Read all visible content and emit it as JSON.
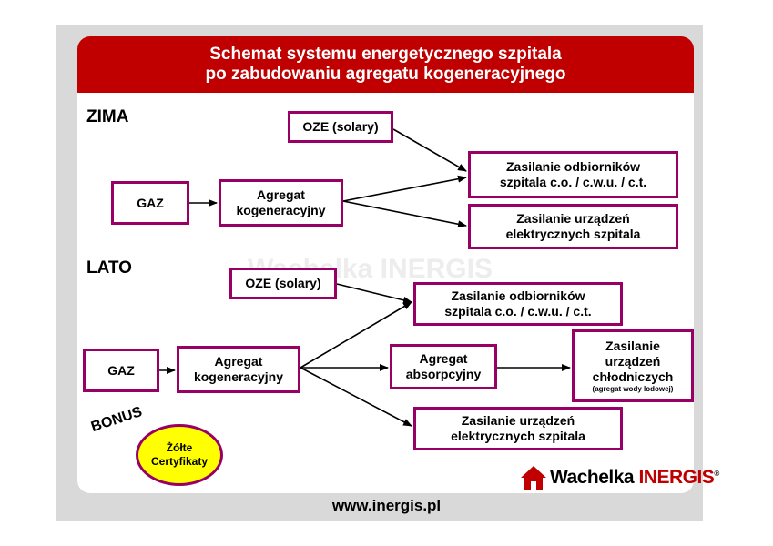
{
  "header": {
    "line1": "Schemat systemu energetycznego szpitala",
    "line2": "po zabudowaniu agregatu kogeneracyjnego"
  },
  "zima": {
    "label": "ZIMA",
    "oze": "OZE (solary)",
    "gaz": "GAZ",
    "agregat": [
      "Agregat",
      "kogeneracyjny"
    ],
    "odbiorniki": [
      "Zasilanie odbiorników",
      "szpitala c.o. / c.w.u. / c.t."
    ],
    "elektryczne": [
      "Zasilanie urządzeń",
      "elektrycznych szpitala"
    ]
  },
  "lato": {
    "label": "LATO",
    "oze": "OZE (solary)",
    "gaz": "GAZ",
    "agregat": [
      "Agregat",
      "kogeneracyjny"
    ],
    "odbiorniki": [
      "Zasilanie odbiorników",
      "szpitala c.o. / c.w.u. / c.t."
    ],
    "absorpcyjny": [
      "Agregat",
      "absorpcyjny"
    ],
    "chlodnicze": [
      "Zasilanie",
      "urządzeń",
      "chłodniczych"
    ],
    "chlodnicze_note": "(agregat wody lodowej)",
    "elektryczne": [
      "Zasilanie urządzeń",
      "elektrycznych szpitala"
    ]
  },
  "bonus": {
    "label": "BONUS",
    "certyfikaty": [
      "Żółte",
      "Certyfikaty"
    ]
  },
  "watermark": "Wachelka INERGIS",
  "logo": {
    "part1": "Wachelka",
    "part2": "INERGIS",
    "mark": "®"
  },
  "footer": "www.inergis.pl",
  "colors": {
    "header_bg": "#c00000",
    "box_border": "#990066",
    "bonus_fill": "#ffff00",
    "slide_bg": "#d9d9d9"
  }
}
